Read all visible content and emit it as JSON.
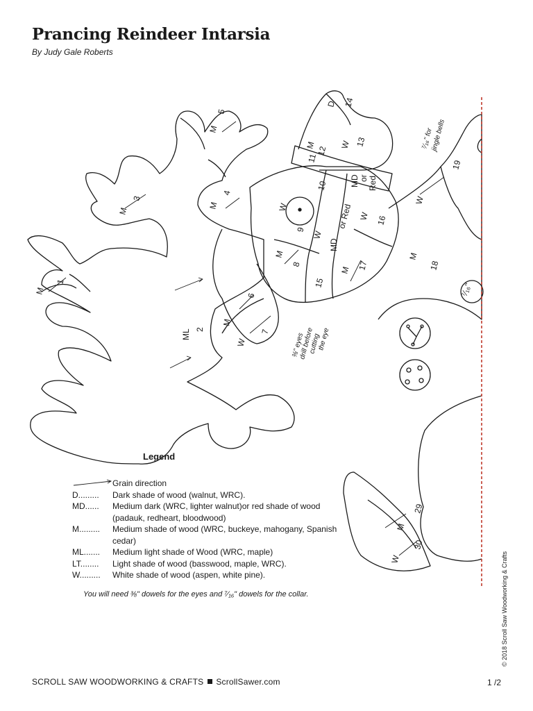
{
  "header": {
    "title": "Prancing Reindeer Intarsia",
    "byline": "By Judy Gale Roberts"
  },
  "pattern": {
    "pieces": [
      {
        "grade": "M",
        "number": "1"
      },
      {
        "grade": "ML",
        "number": "2"
      },
      {
        "grade": "M",
        "number": "3"
      },
      {
        "grade": "M",
        "number": "4"
      },
      {
        "grade": "M",
        "number": "5"
      },
      {
        "grade": "M",
        "number": "6"
      },
      {
        "grade": "W",
        "number": "7"
      },
      {
        "grade": "M",
        "number": "8"
      },
      {
        "grade": "W",
        "number": "9"
      },
      {
        "grade": "W",
        "number": "10"
      },
      {
        "grade": "M",
        "number": "11"
      },
      {
        "grade": "M",
        "number": "12"
      },
      {
        "grade": "W",
        "number": "13"
      },
      {
        "grade": "D",
        "number": "14"
      },
      {
        "grade": "MD",
        "number": "15"
      },
      {
        "grade": "W",
        "number": "16"
      },
      {
        "grade": "M",
        "number": "17"
      },
      {
        "grade": "M",
        "number": "18"
      },
      {
        "grade": "W",
        "number": "19"
      },
      {
        "grade": "M",
        "number": "29"
      },
      {
        "grade": "W",
        "number": "30"
      }
    ],
    "alt_grade_15": "or Red",
    "alt_grade_scarf": [
      "MD",
      "or",
      "Red"
    ],
    "eyes_note": [
      "⅜\" eyes",
      "drill before",
      "cutting",
      "the eye"
    ],
    "bells_note": [
      "⁷⁄₁₆\" for",
      "jingle bells"
    ],
    "collar_dowel": "⁷⁄₁₆\""
  },
  "legend": {
    "title": "Legend",
    "grain_label": "Grain direction",
    "items": [
      {
        "code": "D.........",
        "desc": "Dark shade of wood (walnut, WRC)."
      },
      {
        "code": "MD......",
        "desc": "Medium dark (WRC, lighter walnut)or red shade of wood (padauk, redheart, bloodwood)"
      },
      {
        "code": "M.........",
        "desc": "Medium shade of wood (WRC, buckeye, mahogany, Spanish cedar)"
      },
      {
        "code": "ML.......",
        "desc": "Medium light shade of Wood (WRC, maple)"
      },
      {
        "code": "LT........",
        "desc": "Light shade of wood (basswood, maple, WRC)."
      },
      {
        "code": "W.........",
        "desc": "White shade of wood (aspen, white pine)."
      }
    ],
    "note": "You will need ⅜\" dowels for the eyes and ⁷⁄₁₆\" dowels for the collar."
  },
  "footer": {
    "publication": "SCROLL SAW WOODWORKING & CRAFTS",
    "site": "ScrollSawer.com",
    "page": "1 /2",
    "copyright": "© 2018 Scroll Saw Woodworking & Crafts"
  },
  "colors": {
    "line": "#1a1a1a",
    "cut_line": "#c0392b"
  }
}
